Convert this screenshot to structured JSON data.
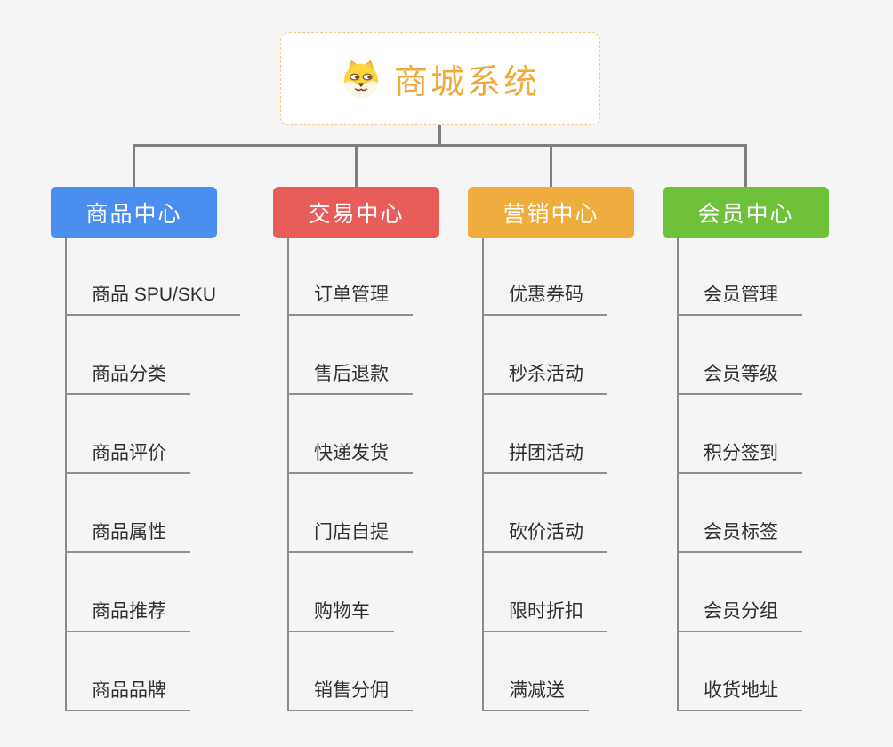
{
  "canvas": {
    "background_color": "#f5f5f6",
    "connector_color": "#7f7f7f",
    "leaf_underline_color": "#8f8f8f",
    "leaf_text_color": "#2f2f2f"
  },
  "root": {
    "label": "商城系统",
    "icon": "shiba-dog-face-icon",
    "text_color": "#f2a93b",
    "border_color": "#f3c887",
    "background_color": "#ffffff"
  },
  "branches": [
    {
      "label": "商品中心",
      "color": "#4a8ff0",
      "children": [
        "商品 SPU/SKU",
        "商品分类",
        "商品评价",
        "商品属性",
        "商品推荐",
        "商品品牌"
      ]
    },
    {
      "label": "交易中心",
      "color": "#e85c5a",
      "children": [
        "订单管理",
        "售后退款",
        "快递发货",
        "门店自提",
        "购物车",
        "销售分佣"
      ]
    },
    {
      "label": "营销中心",
      "color": "#efad40",
      "children": [
        "优惠券码",
        "秒杀活动",
        "拼团活动",
        "砍价活动",
        "限时折扣",
        "满减送"
      ]
    },
    {
      "label": "会员中心",
      "color": "#6fc13c",
      "children": [
        "会员管理",
        "会员等级",
        "积分签到",
        "会员标签",
        "会员分组",
        "收货地址"
      ]
    }
  ]
}
